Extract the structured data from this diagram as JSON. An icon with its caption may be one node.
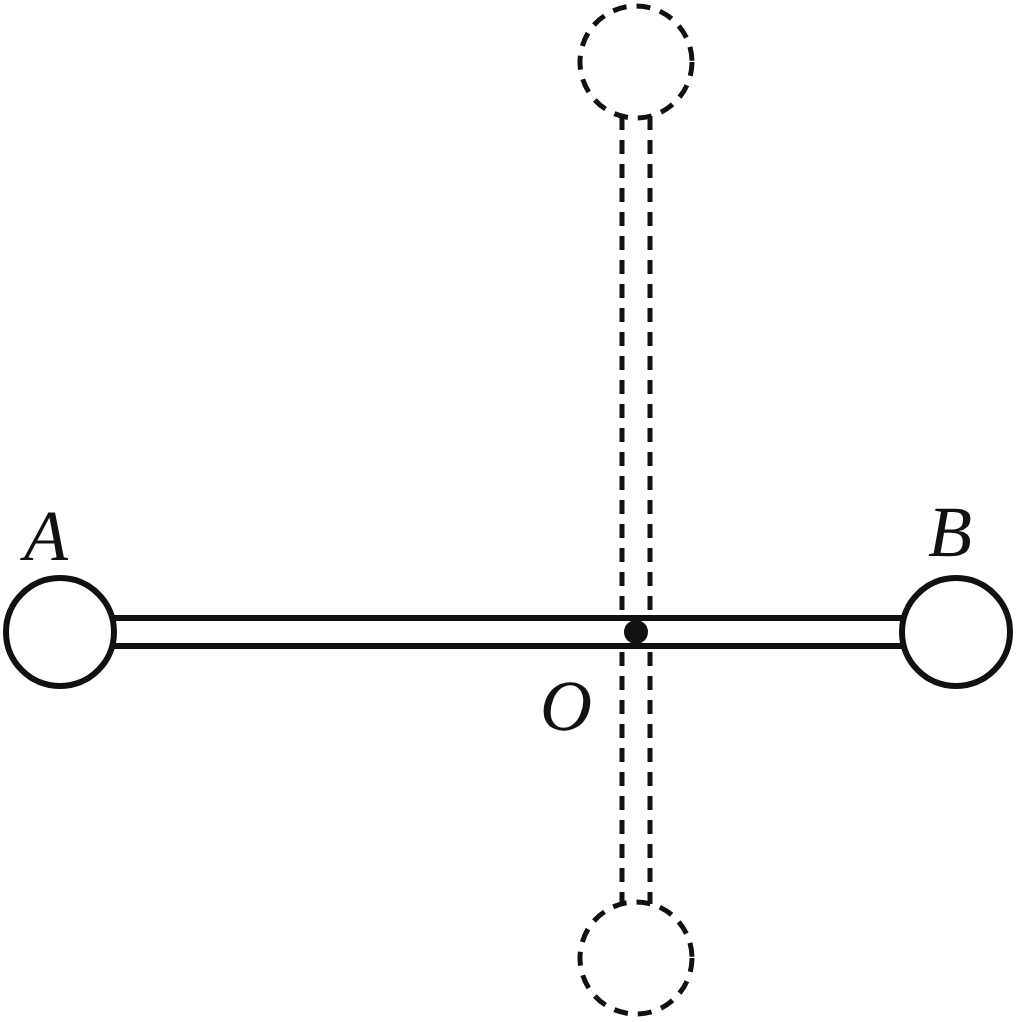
{
  "diagram": {
    "labels": [
      "A",
      "B",
      "O"
    ]
  }
}
